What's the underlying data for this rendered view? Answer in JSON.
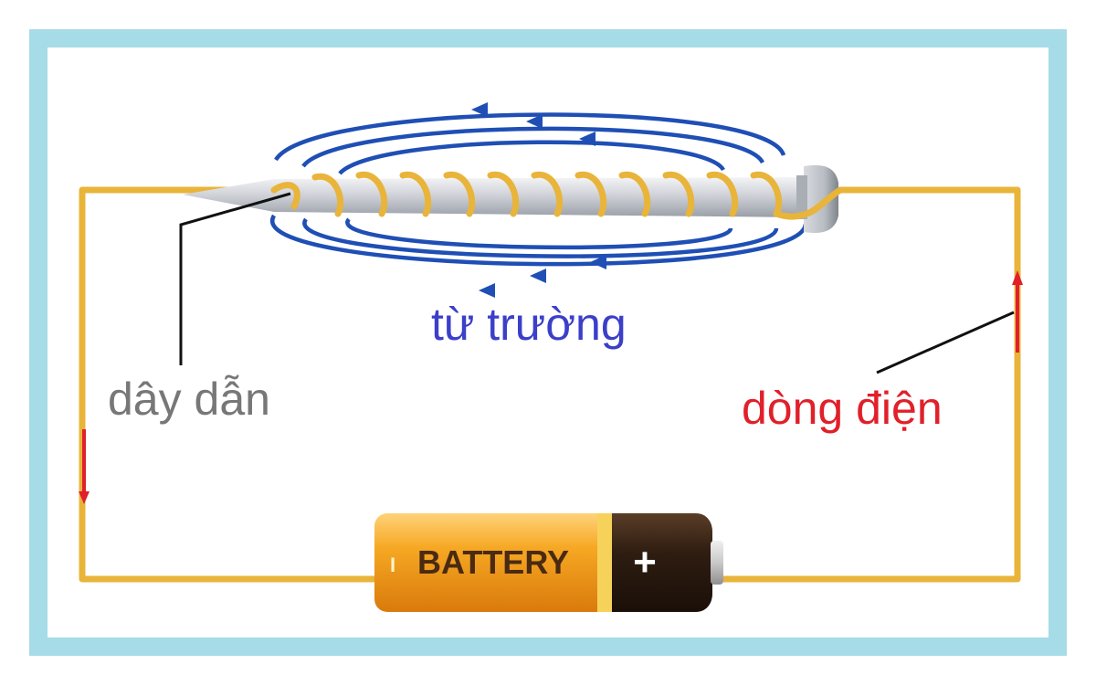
{
  "labels": {
    "magnetic_field": "từ trường",
    "conductor": "dây dẫn",
    "current": "dòng điện"
  },
  "battery": {
    "label": "BATTERY",
    "plus": "+",
    "minus": "I"
  },
  "colors": {
    "border": "#a6dbe8",
    "wire": "#e8b43a",
    "field_lines": "#1f4fb5",
    "field_text": "#3b3fc9",
    "conductor_text": "#777777",
    "current_text": "#e0202a",
    "current_arrow": "#e0202a",
    "pointer": "#111111",
    "battery_orange": "#f2a21c",
    "battery_dark": "#3a2516"
  },
  "icons": {
    "current_arrow": "arrow-icon",
    "field_arrow": "arrowhead-icon"
  }
}
